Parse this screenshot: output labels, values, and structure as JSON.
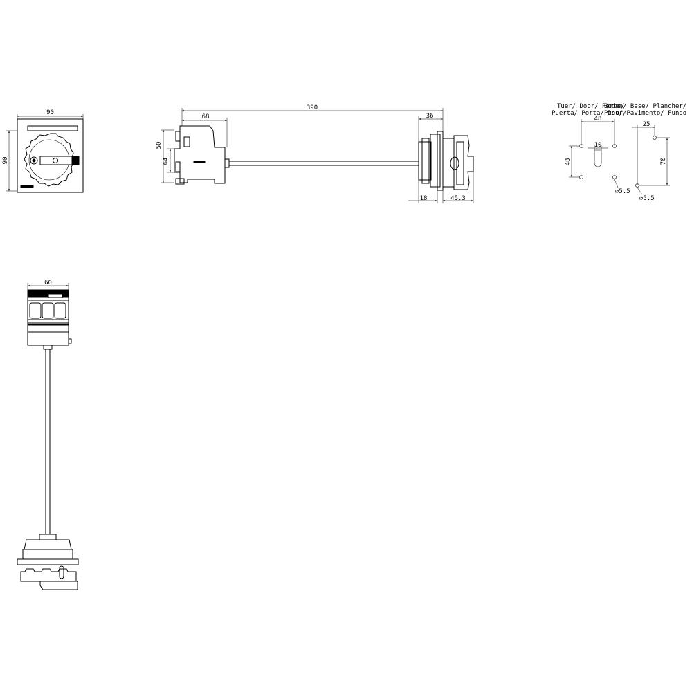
{
  "drawing": {
    "front_view": {
      "dim_width": "90",
      "dim_height": "90"
    },
    "side_view": {
      "dim_total_length": "390",
      "dim_switch_depth": "68",
      "dim_handle_depth": "36",
      "dim_height_50": "50",
      "dim_height_64": "64",
      "dim_collar_18": "18",
      "dim_handle_45_3": "45.3"
    },
    "top_view": {
      "dim_width": "60"
    },
    "mounting": {
      "door_label_line1": "Tuer/ Door/ Porte/",
      "door_label_line2": "Puerta/ Porta/ Deur/",
      "floor_label_line1": "Boden/ Base/ Plancher/",
      "floor_label_line2": "Piso/ Pavimento/ Fundo",
      "dim_door_48_h": "48",
      "dim_door_10": "10",
      "dim_door_48_v": "48",
      "dim_door_hole": "⌀5.5",
      "dim_floor_25": "25",
      "dim_floor_70": "70",
      "dim_floor_hole": "⌀5.5"
    }
  }
}
